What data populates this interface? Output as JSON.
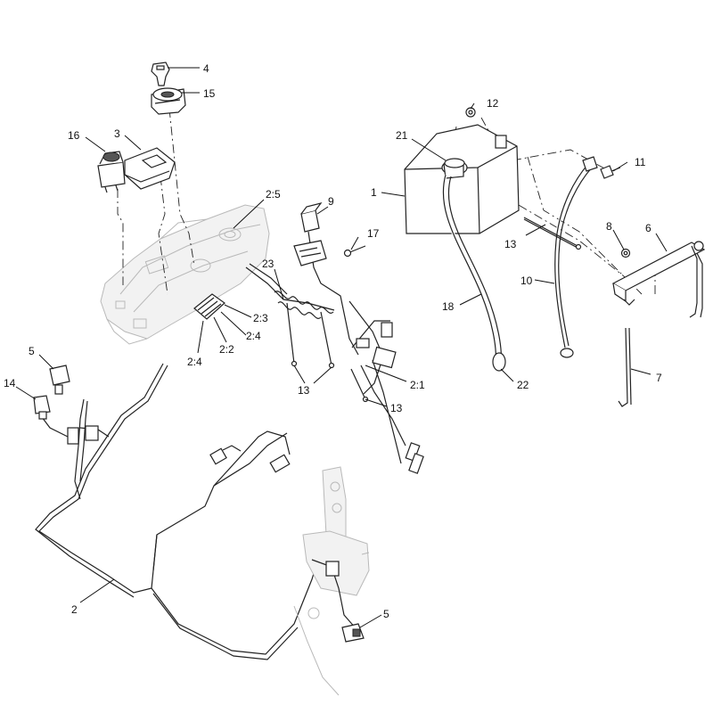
{
  "callouts": [
    {
      "id": "c-4",
      "text": "4"
    },
    {
      "id": "c-15",
      "text": "15"
    },
    {
      "id": "c-16",
      "text": "16"
    },
    {
      "id": "c-3",
      "text": "3"
    },
    {
      "id": "c-2-5",
      "text": "2:5"
    },
    {
      "id": "c-9",
      "text": "9"
    },
    {
      "id": "c-17",
      "text": "17"
    },
    {
      "id": "c-23",
      "text": "23"
    },
    {
      "id": "c-2-3",
      "text": "2:3"
    },
    {
      "id": "c-2-4a",
      "text": "2:4"
    },
    {
      "id": "c-2-2",
      "text": "2:2"
    },
    {
      "id": "c-2-4b",
      "text": "2:4"
    },
    {
      "id": "c-13a",
      "text": "13"
    },
    {
      "id": "c-2-1",
      "text": "2:1"
    },
    {
      "id": "c-13b",
      "text": "13"
    },
    {
      "id": "c-5a",
      "text": "5"
    },
    {
      "id": "c-14",
      "text": "14"
    },
    {
      "id": "c-2",
      "text": "2"
    },
    {
      "id": "c-5b",
      "text": "5"
    },
    {
      "id": "c-12",
      "text": "12"
    },
    {
      "id": "c-21",
      "text": "21"
    },
    {
      "id": "c-1",
      "text": "1"
    },
    {
      "id": "c-11",
      "text": "11"
    },
    {
      "id": "c-8",
      "text": "8"
    },
    {
      "id": "c-6",
      "text": "6"
    },
    {
      "id": "c-13c",
      "text": "13"
    },
    {
      "id": "c-10",
      "text": "10"
    },
    {
      "id": "c-18",
      "text": "18"
    },
    {
      "id": "c-22",
      "text": "22"
    },
    {
      "id": "c-7",
      "text": "7"
    }
  ]
}
